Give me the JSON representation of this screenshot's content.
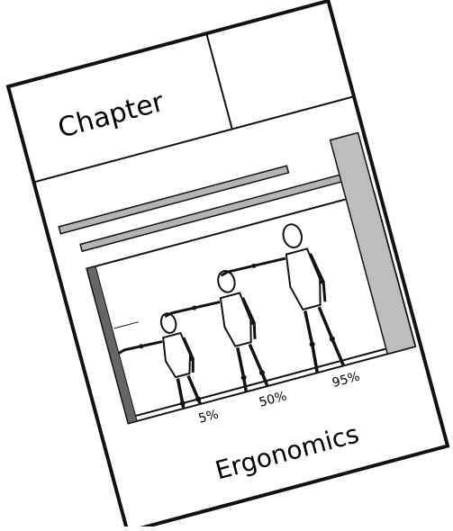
{
  "card": {
    "header_label": "Chapter",
    "header_right": "",
    "title": "Ergonomics"
  },
  "figure": {
    "labels": [
      "5%",
      "50%",
      "95%"
    ]
  },
  "colors": {
    "ink": "#111111",
    "paper": "#ffffff",
    "shelf_gray": "#b4b4b4",
    "wall_gray": "#bdbdbd"
  }
}
